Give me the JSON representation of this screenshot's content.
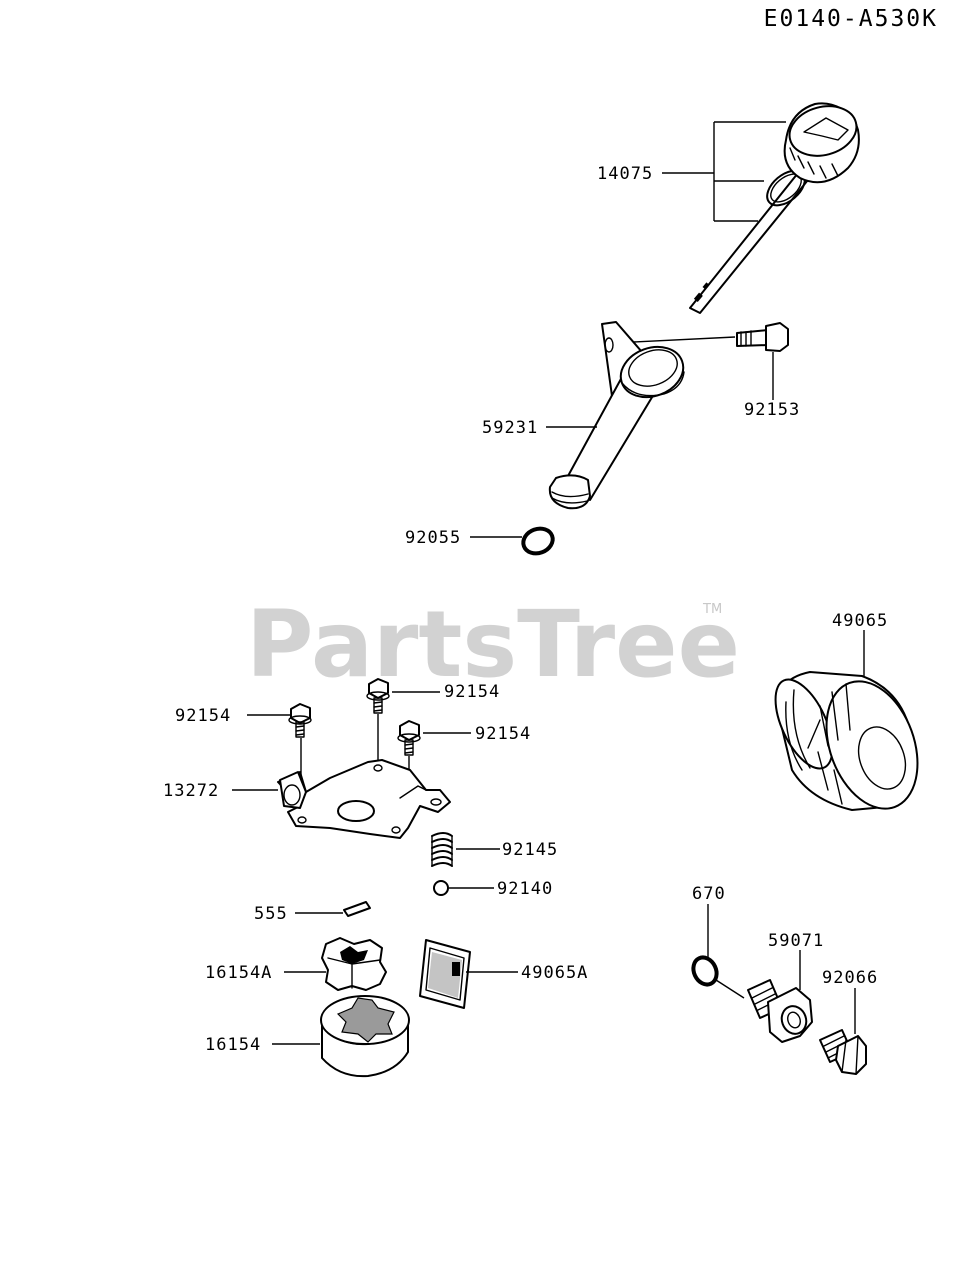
{
  "diagram_code": "E0140-A530K",
  "watermark": {
    "text": "PartsTree",
    "trademark": "TM",
    "color": "#d2d2d2"
  },
  "callouts": {
    "oil_gauge": "14075",
    "bolt_gauge_pipe": "92153",
    "oil_filler_pipe": "59231",
    "o_ring_pipe": "92055",
    "oil_filter": "49065",
    "bolt_left": "92154",
    "bolt_top": "92154",
    "bolt_right": "92154",
    "pump_cover": "13272",
    "relief_spring": "92145",
    "relief_ball": "92140",
    "pin": "555",
    "inner_rotor": "16154A",
    "strainer": "49065A",
    "outer_rotor": "16154",
    "o_ring_drain": "670",
    "drain_fitting": "59071",
    "drain_plug": "92066"
  }
}
